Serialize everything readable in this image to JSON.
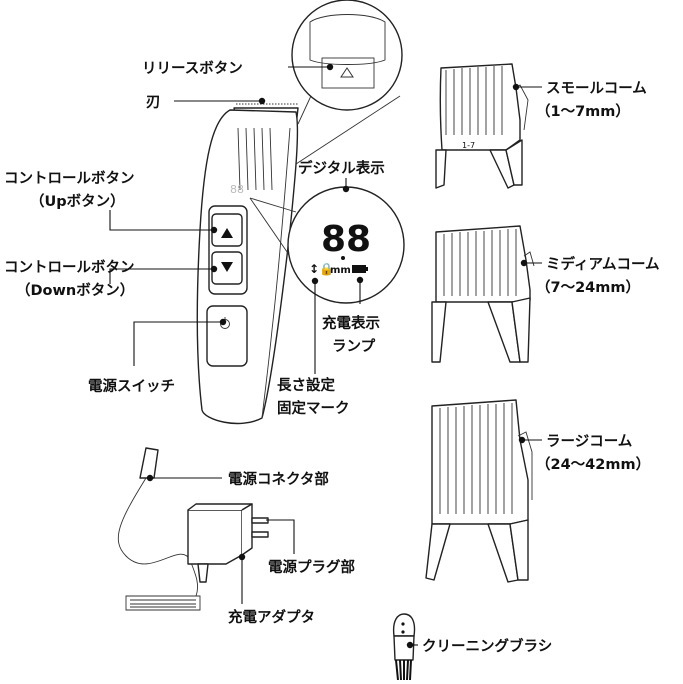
{
  "labels": {
    "release_button": "リリースボタン",
    "blade": "刃",
    "digital_display": "デジタル表示",
    "control_button_up_1": "コントロールボタン",
    "control_button_up_2": "（Upボタン）",
    "control_button_down_1": "コントロールボタン",
    "control_button_down_2": "（Downボタン）",
    "power_switch": "電源スイッチ",
    "charge_lamp_1": "充電表示",
    "charge_lamp_2": "ランプ",
    "length_lock_1": "長さ設定",
    "length_lock_2": "固定マーク",
    "power_connector": "電源コネクタ部",
    "power_plug": "電源プラグ部",
    "charge_adapter": "充電アダプタ",
    "small_comb_1": "スモールコーム",
    "small_comb_2": "（1〜7mm）",
    "medium_comb_1": "ミディアムコーム",
    "medium_comb_2": "（7〜24mm）",
    "large_comb_1": "ラージコーム",
    "large_comb_2": "（24〜42mm）",
    "cleaning_brush": "クリーニングブラシ"
  },
  "display": {
    "digits": "88",
    "unit": "mm",
    "small_comb_mark": "1-7"
  }
}
